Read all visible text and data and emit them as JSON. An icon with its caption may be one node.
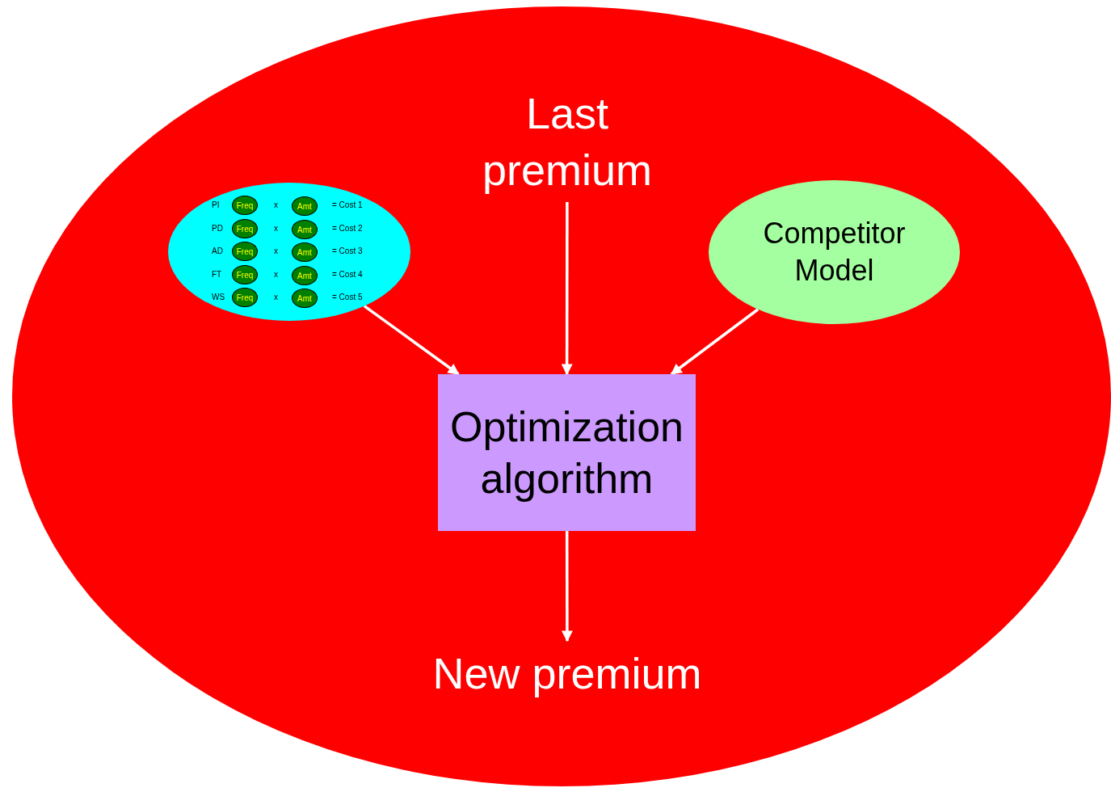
{
  "diagram": {
    "nodes": [
      {
        "text": [],
        "shape": "ellipse"
      },
      {
        "text": [
          "Last premium"
        ],
        "in": 0
      },
      {
        "text": [],
        "shape": "ellipse",
        "in": 0
      },
      {
        "text": [
          "Freq"
        ],
        "in": 2
      },
      {
        "text": [
          "Amt"
        ],
        "in": 2
      },
      {
        "text": [
          "Freq"
        ],
        "in": 2
      },
      {
        "text": [
          "Amt"
        ],
        "in": 2
      },
      {
        "text": [
          "Freq"
        ],
        "in": 2
      },
      {
        "text": [
          "Amt"
        ],
        "in": 2
      },
      {
        "text": [
          "Freq"
        ],
        "in": 2
      },
      {
        "text": [
          "Amt"
        ],
        "in": 2
      },
      {
        "text": [
          "Freq"
        ],
        "in": 2
      },
      {
        "text": [
          "Amt"
        ],
        "in": 2
      },
      {
        "text": [
          "Competitor Model"
        ],
        "in": 0
      },
      {
        "text": [
          "Optimization algorithm"
        ],
        "in": 0
      },
      {
        "text": [
          "New premium"
        ],
        "in": 0
      }
    ],
    "edges": [
      {
        "from": 2,
        "to": 14,
        "arrow": "to"
      },
      {
        "from": 1,
        "to": 14,
        "arrow": "to"
      },
      {
        "from": 13,
        "to": 14,
        "arrow": "to"
      },
      {
        "from": 14,
        "to": 15,
        "arrow": "to"
      }
    ],
    "labels": [
      "PI",
      "x",
      "= Cost 1",
      "PD",
      "x",
      "= Cost 2",
      "AD",
      "x",
      "= Cost 3",
      "FT",
      "x",
      "= Cost 4",
      "WS",
      "x",
      "= Cost 5"
    ]
  }
}
